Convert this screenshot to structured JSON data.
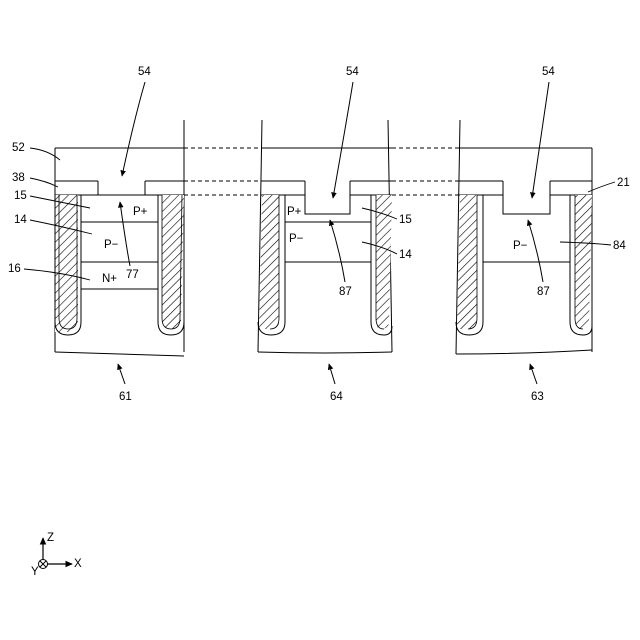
{
  "panels": [
    {
      "id": "61",
      "ref_label": "61",
      "top_label": "54",
      "left_labels": {
        "l52": "52",
        "l38": "38",
        "l15": "15",
        "l14": "14",
        "l16": "16"
      },
      "region_labels": {
        "p_plus": "P+",
        "p_minus": "P−",
        "n_plus": "N+"
      },
      "inner_ref": "77"
    },
    {
      "id": "64",
      "ref_label": "64",
      "top_label": "54",
      "region_labels": {
        "p_plus": "P+",
        "p_minus": "P−"
      },
      "right_labels": {
        "l15": "15",
        "l14": "14"
      },
      "inner_ref": "87"
    },
    {
      "id": "63",
      "ref_label": "63",
      "top_label": "54",
      "region_labels": {
        "p_minus": "P−"
      },
      "right_labels": {
        "l21": "21",
        "l84": "84"
      },
      "inner_ref": "87"
    }
  ],
  "axes": {
    "z": "Z",
    "x": "X",
    "y": "Y"
  }
}
